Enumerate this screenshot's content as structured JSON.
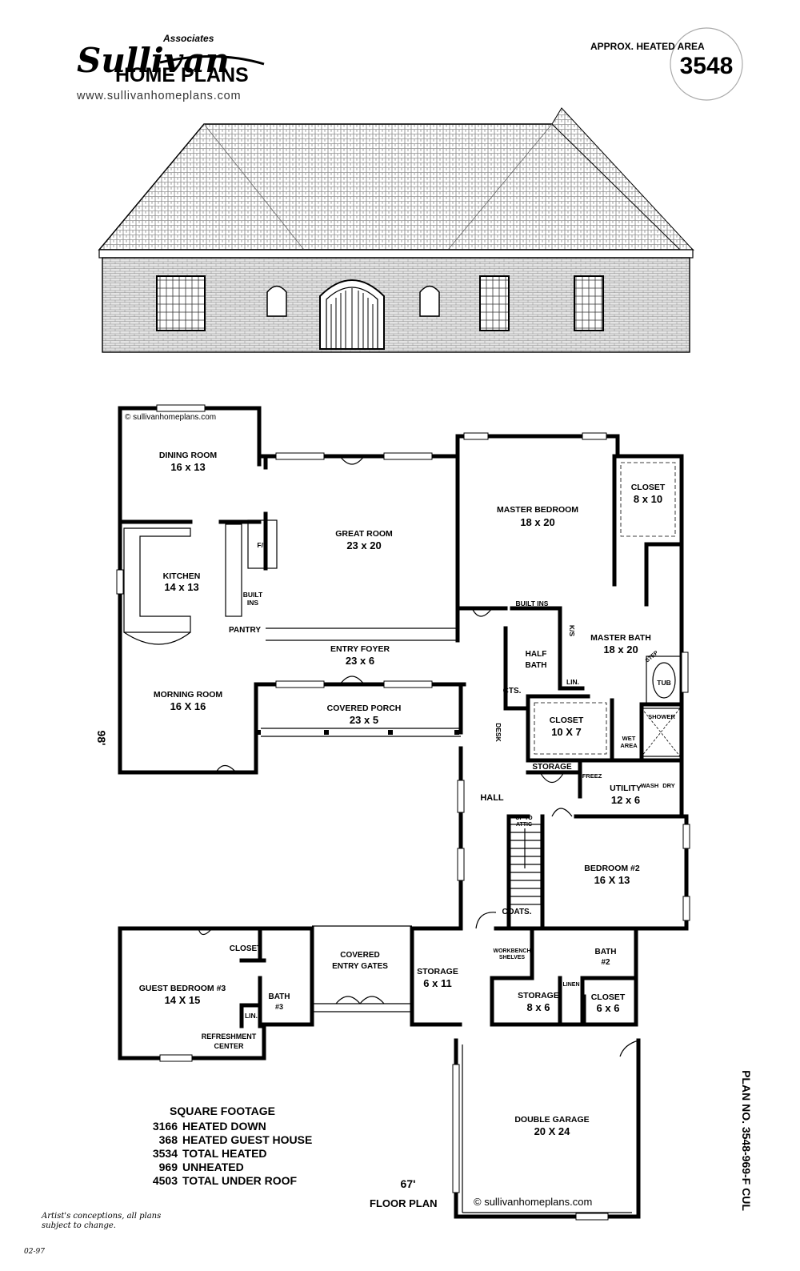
{
  "brand": {
    "associates": "Associates",
    "script_name": "Sullivan",
    "home_plans": "HOME PLANS",
    "website": "www.sullivanhomeplans.com"
  },
  "heated_area": {
    "label": "APPROX. HEATED AREA",
    "value": "3548"
  },
  "copyright_top": "© sullivanhomeplans.com",
  "copyright_bottom": "© sullivanhomeplans.com",
  "rooms": [
    {
      "id": "dining",
      "name": "DINING ROOM",
      "dim": "16 x 13"
    },
    {
      "id": "great",
      "name": "GREAT ROOM",
      "dim": "23 x 20"
    },
    {
      "id": "master-bed",
      "name": "MASTER BEDROOM",
      "dim": "18 x 20"
    },
    {
      "id": "closet-master",
      "name": "CLOSET",
      "dim": "8 x 10"
    },
    {
      "id": "kitchen",
      "name": "KITCHEN",
      "dim": "14 x 13"
    },
    {
      "id": "entry-foyer",
      "name": "ENTRY FOYER",
      "dim": "23 x 6"
    },
    {
      "id": "master-bath",
      "name": "MASTER BATH",
      "dim": "18 x 20"
    },
    {
      "id": "morning",
      "name": "MORNING ROOM",
      "dim": "16 X 16"
    },
    {
      "id": "covered-porch",
      "name": "COVERED PORCH",
      "dim": "23 x 5"
    },
    {
      "id": "closet-10x7",
      "name": "CLOSET",
      "dim": "10 X 7"
    },
    {
      "id": "utility",
      "name": "UTILITY",
      "dim": "12 x 6"
    },
    {
      "id": "bedroom2",
      "name": "BEDROOM #2",
      "dim": "16 X 13"
    },
    {
      "id": "guest-bed",
      "name": "GUEST BEDROOM #3",
      "dim": "14 X 15"
    },
    {
      "id": "storage-6x11",
      "name": "STORAGE",
      "dim": "6 x 11"
    },
    {
      "id": "storage-8x6",
      "name": "STORAGE",
      "dim": "8 x 6"
    },
    {
      "id": "closet-6x6",
      "name": "CLOSET",
      "dim": "6 x 6"
    },
    {
      "id": "garage",
      "name": "DOUBLE GARAGE",
      "dim": "20 X 24"
    }
  ],
  "labels": {
    "fp": "F/P",
    "built_ins_1": "BUILT",
    "built_ins_2": "INS",
    "pantry": "PANTRY",
    "built_ins_master": "BUILT INS",
    "ks": "K/S",
    "half_bath_1": "HALF",
    "half_bath_2": "BATH",
    "lin": "LIN.",
    "cts": "CTS.",
    "tub": "TUB",
    "step": "STEP",
    "shower": "SHOWER",
    "wet_area_1": "WET",
    "wet_area_2": "AREA",
    "desk": "DESK",
    "storage": "STORAGE",
    "freez": "FREEZ",
    "wash": "WASH",
    "dry": "DRY",
    "hall": "HALL",
    "up_to_attic_1": "UP TO",
    "up_to_attic_2": "ATTIC",
    "coats": "COATS.",
    "workbench_1": "WORKBENCH",
    "workbench_2": "SHELVES",
    "bath2_1": "BATH",
    "bath2_2": "#2",
    "linen": "LINEN",
    "closet_guest": "CLOSET",
    "bath3_1": "BATH",
    "bath3_2": "#3",
    "lin_guest": "LIN.",
    "refresh_1": "REFRESHMENT",
    "refresh_2": "CENTER",
    "covered_gates_1": "COVERED",
    "covered_gates_2": "ENTRY GATES"
  },
  "dimension_depth": "98'",
  "dimension_width": "67'",
  "floor_plan_label": "FLOOR PLAN",
  "plan_number": "PLAN NO. 3548-969-F CUL",
  "square_footage": {
    "title": "SQUARE FOOTAGE",
    "rows": [
      {
        "value": "3166",
        "label": "HEATED DOWN"
      },
      {
        "value": "368",
        "label": "HEATED GUEST HOUSE"
      },
      {
        "value": "3534",
        "label": "TOTAL HEATED"
      },
      {
        "value": "969",
        "label": "UNHEATED"
      },
      {
        "value": "4503",
        "label": "TOTAL UNDER ROOF"
      }
    ]
  },
  "disclaimer": {
    "line1": "Artist's conceptions, all plans",
    "line2": "subject to change."
  },
  "date_code": "02-97"
}
